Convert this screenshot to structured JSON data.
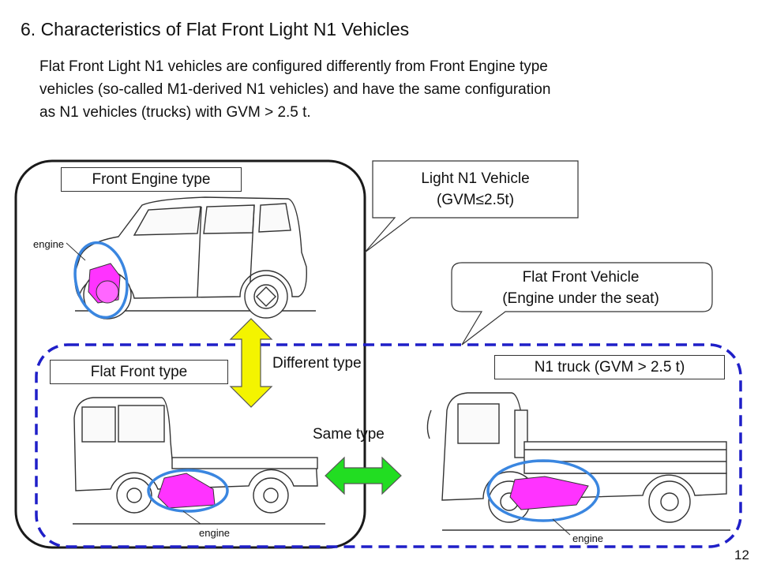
{
  "title": "6. Characteristics of Flat Front Light N1 Vehicles",
  "intro_lines": [
    "Flat Front Light N1 vehicles are configured differently from Front Engine type",
    "vehicles (so-called M1-derived N1 vehicles) and have the same configuration",
    "as N1 vehicles (trucks) with GVM > 2.5 t."
  ],
  "labels": {
    "front_engine": "Front Engine type",
    "flat_front": "Flat Front type",
    "n1_truck": "N1 truck (GVM > 2.5 t)"
  },
  "bubbles": {
    "light_n1_line1": "Light N1 Vehicle",
    "light_n1_line2": "(GVM≤2.5t)",
    "flat_front_line1": "Flat Front Vehicle",
    "flat_front_line2": "(Engine under the seat)"
  },
  "arrows": {
    "different": "Different type",
    "same": "Same type"
  },
  "engine_label": "engine",
  "page_number": "12",
  "colors": {
    "group_border": "#1a1a1a",
    "dashed_border": "#1f1fc8",
    "engine_highlight": "#ff33ff",
    "engine_circle": "#3a86e0",
    "different_arrow": "#f4f400",
    "same_arrow": "#22dd22"
  }
}
